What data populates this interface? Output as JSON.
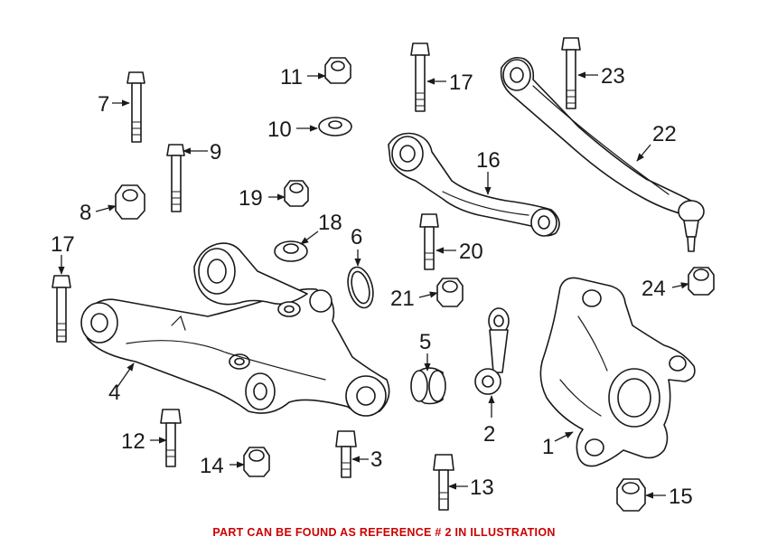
{
  "footer": {
    "note": "PART CAN BE FOUND AS REFERENCE # 2 IN ILLUSTRATION",
    "color": "#cc0000"
  },
  "callouts": {
    "c1": "1",
    "c2": "2",
    "c3": "3",
    "c4": "4",
    "c5": "5",
    "c6": "6",
    "c7": "7",
    "c8": "8",
    "c9": "9",
    "c10": "10",
    "c11": "11",
    "c12": "12",
    "c13": "13",
    "c14": "14",
    "c15": "15",
    "c16": "16",
    "c17a": "17",
    "c17b": "17",
    "c18": "18",
    "c19": "19",
    "c20": "20",
    "c21": "21",
    "c22": "22",
    "c23": "23",
    "c24": "24"
  }
}
